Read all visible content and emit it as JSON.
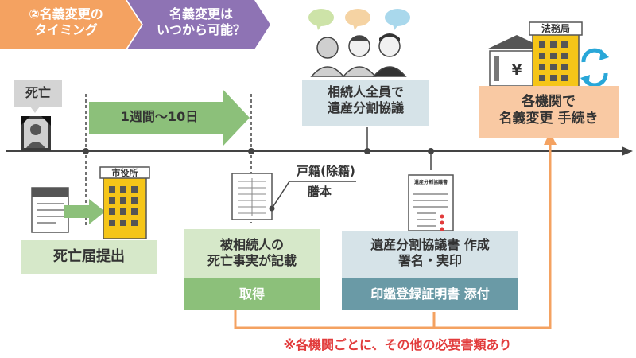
{
  "header": {
    "tab1_line1": "②名義変更の",
    "tab1_line2": "タイミング",
    "tab2_line1": "名義変更は",
    "tab2_line2": "いつから可能？"
  },
  "timeline": {
    "death_label": "死亡",
    "period_label": "1週間〜10日"
  },
  "boxes": {
    "death_notice": "死亡届提出",
    "city_hall": "市役所",
    "register_line1": "戸籍(除籍)",
    "register_line2": "謄本",
    "fact_line1": "被相続人の",
    "fact_line2": "死亡事実が記載",
    "acquire": "取得",
    "heirs_line1": "相続人全員で",
    "heirs_line2": "遺産分割協議",
    "agreement_doc_title": "遺産分割協議書",
    "agreement_line1": "遺産分割協議書 作成",
    "agreement_line2": "署名・実印",
    "seal_cert": "印鑑登録証明書 添付",
    "legal_bureau": "法務局",
    "transfer_line1": "各機関で",
    "transfer_line2": "名義変更 手続き"
  },
  "note": "※各機関ごとに、その他の必要書類あり",
  "colors": {
    "orange": "#f4a261",
    "purple": "#8e73b4",
    "green": "#8cc07a",
    "light_green": "#d6e8c9",
    "teal": "#6a9aa6",
    "light_blue": "#d6e3e8",
    "light_orange": "#f9c9a3",
    "yellow": "#f5c518",
    "note_red": "#e23b3b"
  }
}
